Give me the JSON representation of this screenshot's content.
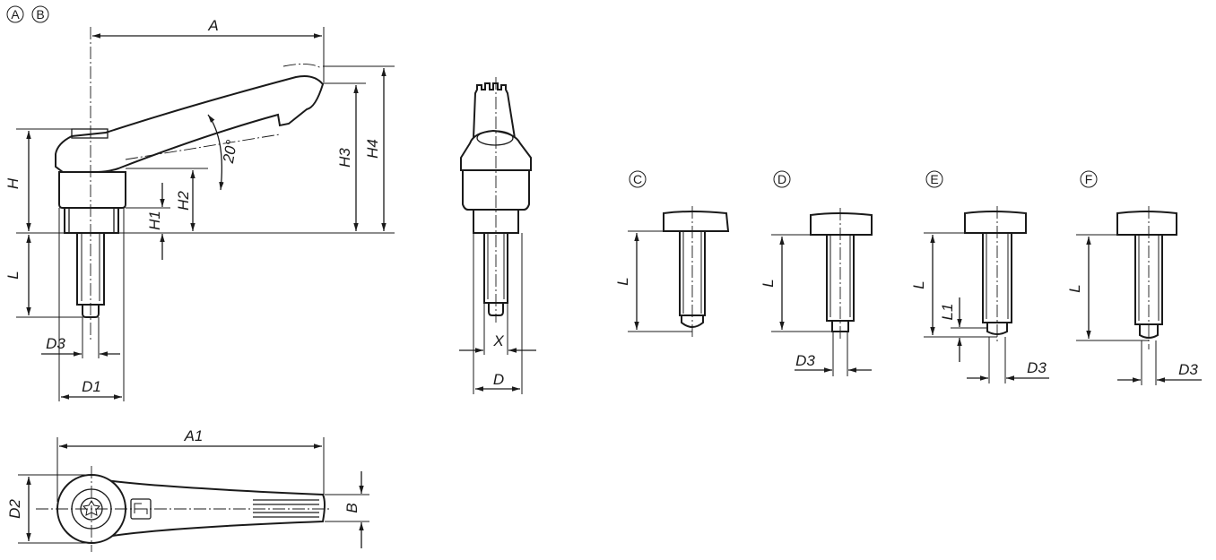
{
  "variants_top": [
    "A",
    "B"
  ],
  "variants_tips": [
    "C",
    "D",
    "E",
    "F"
  ],
  "labels": {
    "A": "A",
    "H": "H",
    "H1": "H1",
    "H2": "H2",
    "H3": "H3",
    "H4": "H4",
    "L": "L",
    "L1": "L1",
    "D": "D",
    "D1": "D1",
    "D2": "D2",
    "D3": "D3",
    "X": "X",
    "A1": "A1",
    "B": "B",
    "angle": "20°"
  }
}
